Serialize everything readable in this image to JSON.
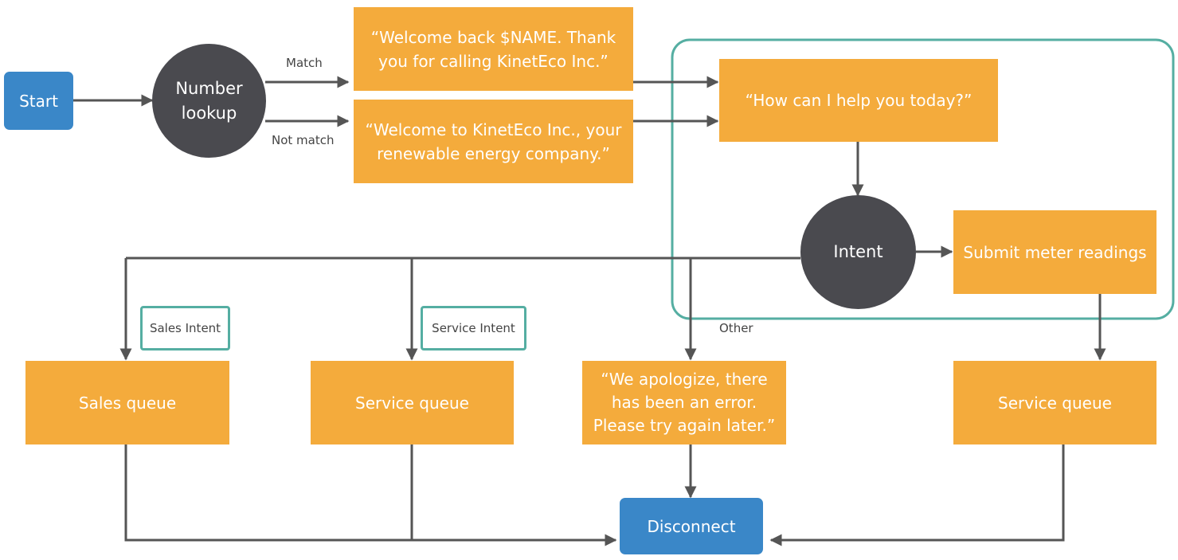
{
  "nodes": {
    "start": "Start",
    "number_lookup": "Number\nlookup",
    "welcome_back": "“Welcome back $NAME. Thank\nyou for calling KinetEco Inc.”",
    "welcome_new": "“Welcome to KinetEco Inc., your\nrenewable energy company.”",
    "help_prompt": "“How can I help you today?”",
    "intent": "Intent",
    "submit_meter": "Submit meter readings",
    "sales_queue": "Sales queue",
    "service_queue_1": "Service queue",
    "error_message": "“We apologize, there\nhas been an error.\nPlease try again later.”",
    "service_queue_2": "Service queue",
    "disconnect": "Disconnect"
  },
  "edge_labels": {
    "match": "Match",
    "not_match": "Not match",
    "other": "Other"
  },
  "tags": {
    "sales_intent": "Sales Intent",
    "service_intent": "Service Intent"
  },
  "colors": {
    "terminal": "#3a87c8",
    "prompt": "#f4ab3c",
    "decision": "#4a4a4f",
    "group_border": "#55aea2",
    "connector": "#555555"
  }
}
